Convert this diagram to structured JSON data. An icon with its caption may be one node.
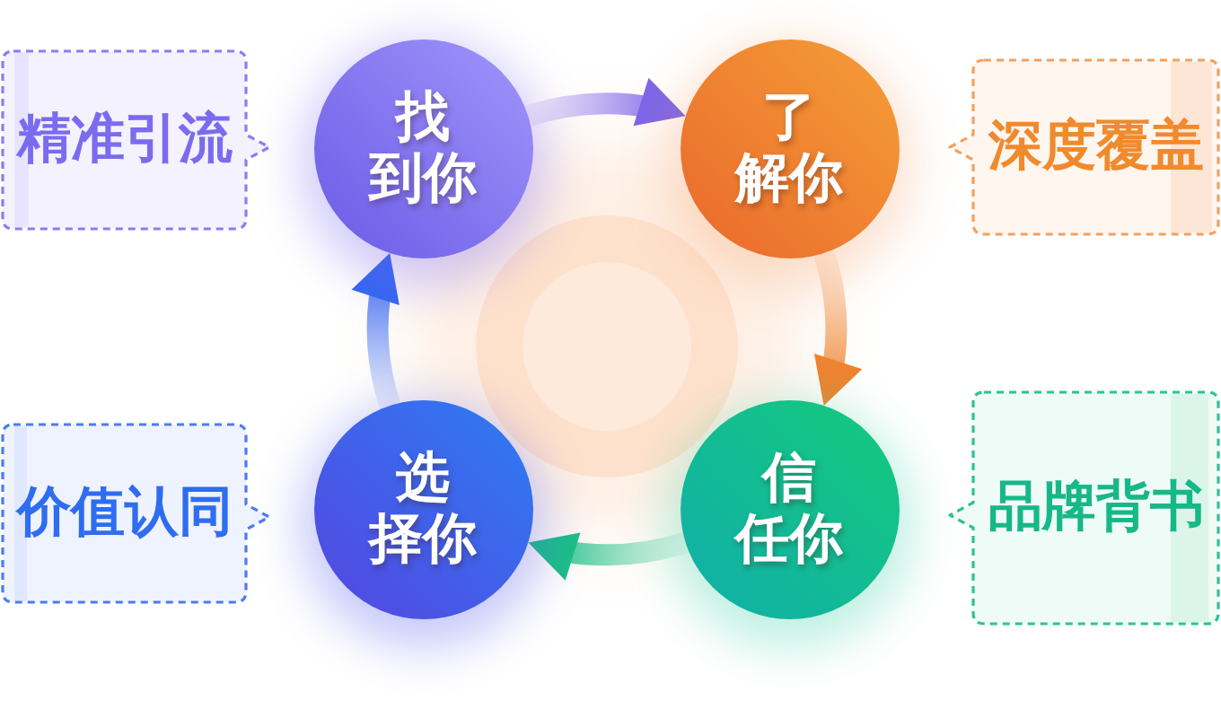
{
  "diagram": {
    "nodes": [
      {
        "text": [
          "精准引流"
        ]
      },
      {
        "text": [
          "找到你"
        ]
      },
      {
        "text": [
          "了解你"
        ]
      },
      {
        "text": [
          "深度覆盖"
        ]
      },
      {
        "text": [
          "价值认同"
        ]
      },
      {
        "text": [
          "选择你"
        ]
      },
      {
        "text": [
          "信任你"
        ]
      },
      {
        "text": [
          "品牌背书"
        ]
      }
    ],
    "edges": [
      {
        "from": 1,
        "to": 2,
        "arrow": "to",
        "color": "#7c66ea"
      },
      {
        "from": 2,
        "to": 6,
        "arrow": "to",
        "color": "#ef8330"
      },
      {
        "from": 6,
        "to": 5,
        "arrow": "to",
        "color": "#1cbf86"
      },
      {
        "from": 5,
        "to": 1,
        "arrow": "to",
        "color": "#3467f0"
      }
    ]
  }
}
